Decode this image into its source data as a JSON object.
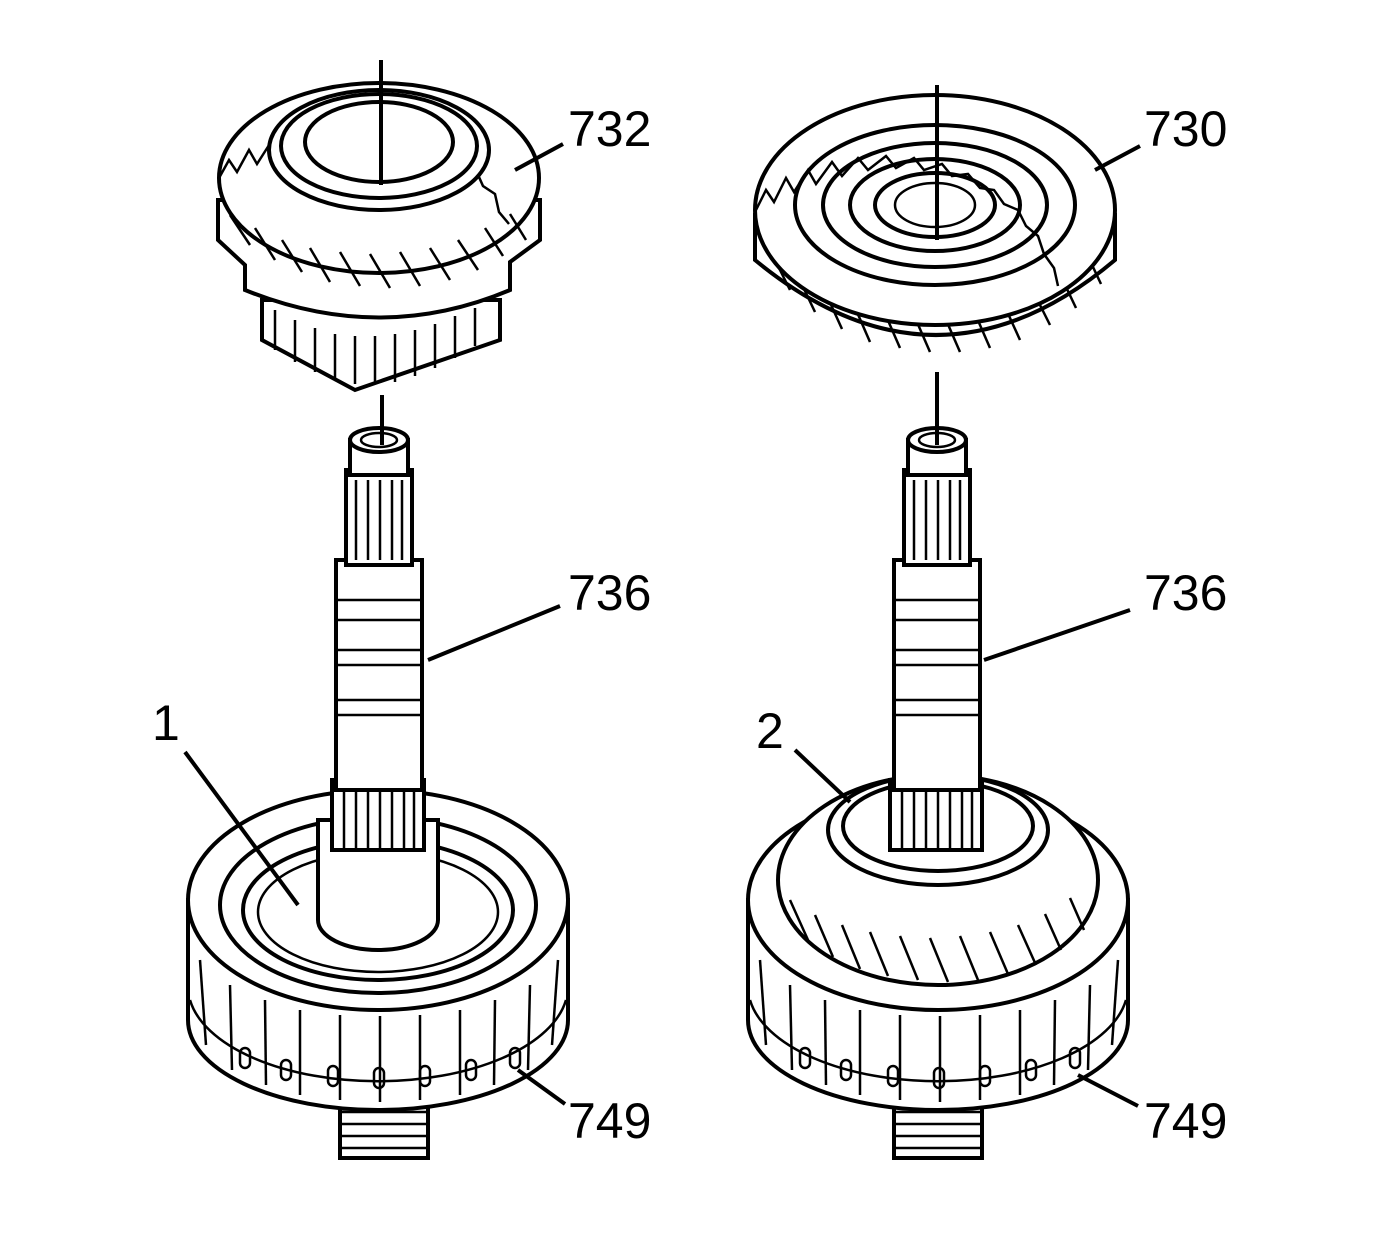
{
  "diagram": {
    "assemblies": [
      {
        "id": "left",
        "labels": {
          "gear": "732",
          "shaft": "736",
          "housing": "749",
          "marker": "1"
        }
      },
      {
        "id": "right",
        "labels": {
          "gear": "730",
          "shaft": "736",
          "housing": "749",
          "marker": "2"
        }
      }
    ],
    "colors": {
      "stroke": "#000000",
      "background": "#ffffff"
    }
  }
}
